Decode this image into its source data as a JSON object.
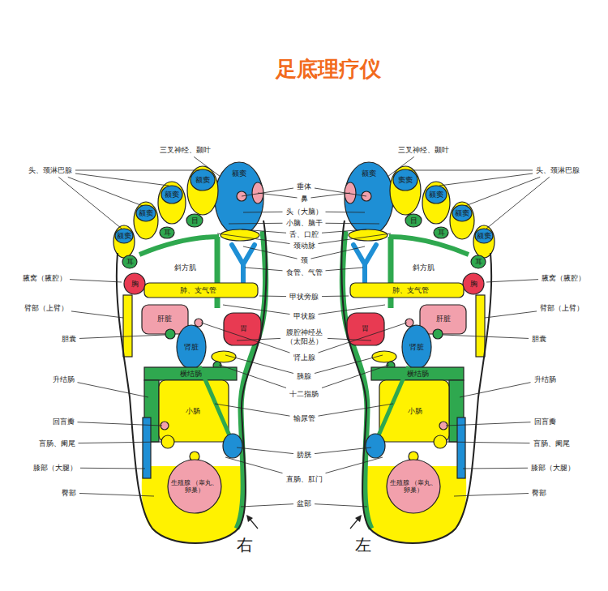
{
  "diagram": {
    "title": "足底理疗仪",
    "nodes": [
      {
        "text": [
          "额窦"
        ]
      },
      {
        "text": [
          "额窦"
        ]
      },
      {
        "text": [
          "额窦"
        ]
      },
      {
        "text": [
          "额窦"
        ]
      },
      {
        "text": [
          "额窦"
        ]
      },
      {
        "text": [
          "目"
        ]
      },
      {
        "text": [
          "耳"
        ]
      },
      {
        "text": [
          "耳"
        ]
      },
      {
        "text": [
          "斜方肌"
        ]
      },
      {
        "text": [
          "胸"
        ]
      },
      {
        "text": [
          "肺、支气管"
        ]
      },
      {
        "text": [
          "肝脏"
        ]
      },
      {
        "text": [
          "胃"
        ]
      },
      {
        "text": [
          "肾脏"
        ]
      },
      {
        "text": [
          "横结肠"
        ]
      },
      {
        "text": [
          "小肠"
        ]
      },
      {
        "text": [
          "生殖腺 （睾丸、卵巢）"
        ]
      },
      {
        "text": [
          "额窦"
        ]
      },
      {
        "text": [
          "窦窦"
        ]
      },
      {
        "text": [
          "额窦"
        ]
      },
      {
        "text": [
          "额窦"
        ]
      },
      {
        "text": [
          "额窦"
        ]
      },
      {
        "text": [
          "目"
        ]
      },
      {
        "text": [
          "耳"
        ]
      },
      {
        "text": [
          "耳"
        ]
      },
      {
        "text": [
          "斜方肌"
        ]
      },
      {
        "text": [
          "胸"
        ]
      },
      {
        "text": [
          "肺、支气管"
        ]
      },
      {
        "text": [
          "胃"
        ]
      },
      {
        "text": [
          "肝脏"
        ]
      },
      {
        "text": [
          "肾脏"
        ]
      },
      {
        "text": [
          "横结肠"
        ]
      },
      {
        "text": [
          "小肠"
        ]
      },
      {
        "text": [
          "生殖腺 （睾丸、卵巢）"
        ]
      }
    ],
    "labels": [
      "三叉神经、颞叶",
      "三叉神经、颞叶",
      "头、颈淋巴腺",
      "头、颈淋巴腺",
      "垂体",
      "鼻",
      "头（大脑）",
      "小脑、脑干",
      "舌、口腔",
      "颈动脉",
      "颈",
      "食管、气管",
      "腋窝（腋腔）",
      "腋窝（腋腔）",
      "甲状旁腺",
      "臂部（上臂）",
      "臂部（上臂）",
      "甲状腺",
      "胆囊",
      "胆囊",
      "腹腔神经丛 （太阳丛）",
      "肾上腺",
      "胰腺",
      "升结肠",
      "升结肠",
      "十二指肠",
      "输尿管",
      "回盲瓣",
      "回盲瓣",
      "盲肠、阑尾",
      "盲肠、阑尾",
      "膀胱",
      "膝部（大腿）",
      "膝部（大腿）",
      "直肠、肛门",
      "臀部",
      "臀部",
      "盆部",
      "右",
      "左"
    ]
  }
}
